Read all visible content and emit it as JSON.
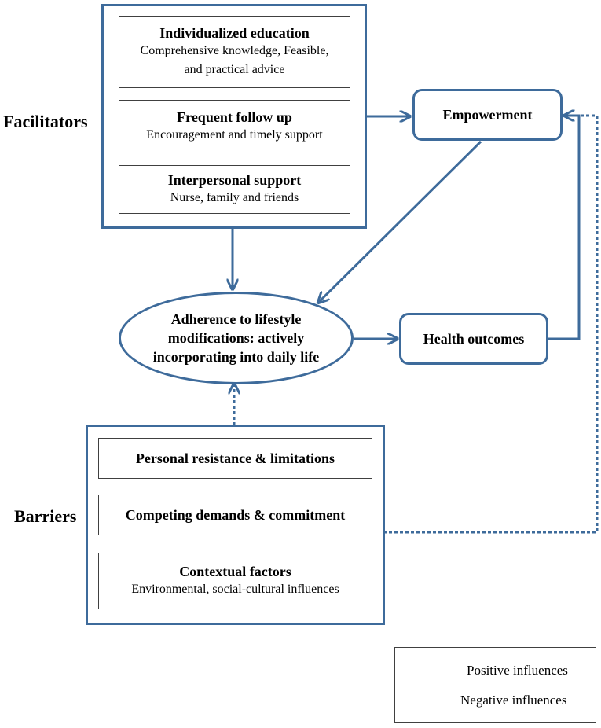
{
  "side_labels": {
    "facilitators": "Facilitators",
    "barriers": "Barriers"
  },
  "facilitators": {
    "items": [
      {
        "title": "Individualized education",
        "line1": "Comprehensive knowledge, Feasible,",
        "line2": "and practical advice"
      },
      {
        "title": "Frequent follow up",
        "line1": "Encouragement and timely support"
      },
      {
        "title": "Interpersonal support",
        "line1": "Nurse, family and friends"
      }
    ]
  },
  "barriers": {
    "items": [
      {
        "title": "Personal resistance & limitations"
      },
      {
        "title": "Competing demands & commitment"
      },
      {
        "title": "Contextual factors",
        "line1": "Environmental, social-cultural influences"
      }
    ]
  },
  "nodes": {
    "empowerment": "Empowerment",
    "adherence_line1": "Adherence to lifestyle",
    "adherence_line2": "modifications: actively",
    "adherence_line3": "incorporating into daily life",
    "health_outcomes": "Health outcomes"
  },
  "legend": {
    "positive": "Positive influences",
    "negative": "Negative influences"
  },
  "colors": {
    "line": "#3e6b9b",
    "box_border": "#404040"
  }
}
